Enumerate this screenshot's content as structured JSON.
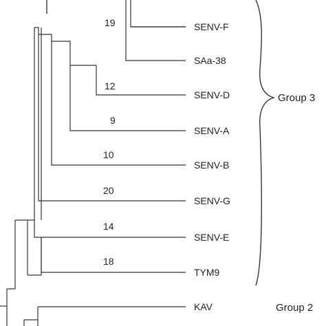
{
  "tree": {
    "leaves": [
      "SENV-F",
      "SAa-38",
      "SENV-D",
      "SENV-A",
      "SENV-B",
      "SENV-G",
      "SENV-E",
      "TYM9",
      "KAV"
    ],
    "bootstrap_values": [
      "19",
      "12",
      "9",
      "10",
      "20",
      "14",
      "18"
    ],
    "groups": {
      "group3": "Group 3",
      "group2": "Group 2"
    }
  },
  "colors": {
    "line": "#333333",
    "text": "#222222"
  }
}
